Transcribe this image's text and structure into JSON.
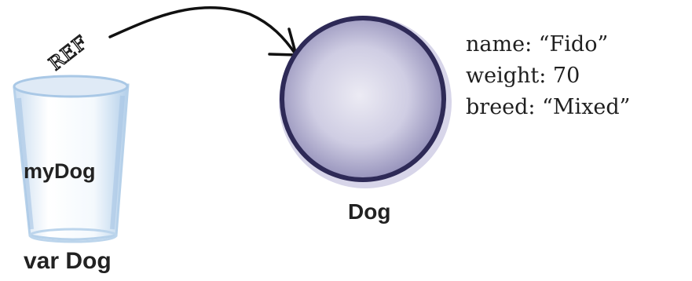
{
  "variable": {
    "type_label": "var Dog",
    "name_label": "myDog",
    "ref_label": "REF"
  },
  "object": {
    "class_label": "Dog",
    "properties": [
      "name: “Fido”",
      "weight: 70",
      "breed: “Mixed”"
    ]
  },
  "colors": {
    "cup_fill": "#d3e5f4",
    "cup_outline": "#b9d4ec",
    "object_fill": "#c9c7de",
    "object_outline": "#2f2b57",
    "arrow": "#111111",
    "text": "#222222"
  }
}
